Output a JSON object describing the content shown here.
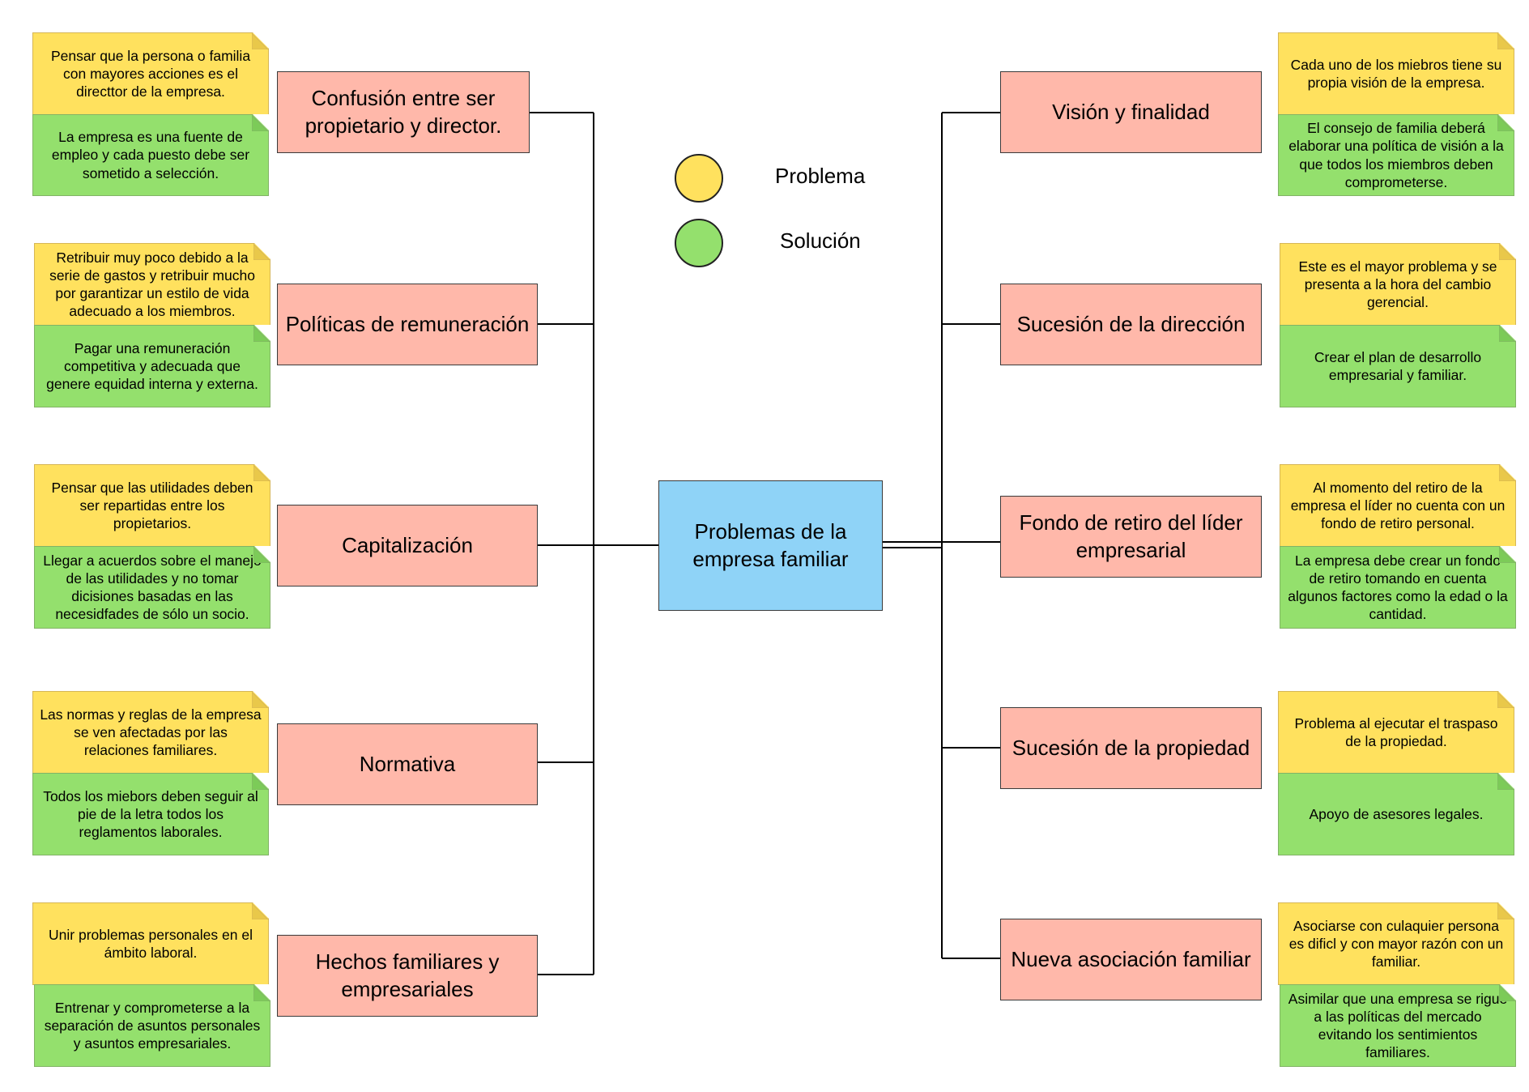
{
  "center": {
    "label": "Problemas de la empresa familiar",
    "color": "#8fd3f7"
  },
  "legend": [
    {
      "label": "Problema",
      "color": "#ffe15e"
    },
    {
      "label": "Solución",
      "color": "#94e06d"
    }
  ],
  "colors": {
    "problem_box": "#ffb8aa",
    "problem_note": "#ffe15e",
    "solution_note": "#94e06d"
  },
  "left": [
    {
      "title": "Confusión entre ser propietario y director.",
      "problem": "Pensar que la persona o familia con mayores acciones es el directtor de la empresa.",
      "solution": "La empresa es una fuente de empleo y cada puesto debe ser sometido a selección."
    },
    {
      "title": "Políticas de remuneración",
      "problem": "Retribuir muy poco debido a la serie de gastos y retribuir mucho por garantizar un estilo de vida adecuado a los miembros.",
      "solution": "Pagar una remuneración competitiva y adecuada que genere equidad interna y externa."
    },
    {
      "title": "Capitalización",
      "problem": "Pensar que las utilidades deben ser repartidas entre los propietarios.",
      "solution": "Llegar a acuerdos sobre el manejo de las utilidades y no tomar dicisiones basadas en las necesidfades de sólo un socio."
    },
    {
      "title": "Normativa",
      "problem": "Las normas y reglas de la empresa se ven afectadas por las relaciones familiares.",
      "solution": "Todos los miebors deben seguir al pie de la letra todos los reglamentos laborales."
    },
    {
      "title": "Hechos familiares y empresariales",
      "problem": "Unir problemas personales en el ámbito laboral.",
      "solution": "Entrenar y comprometerse a la separación de asuntos personales y asuntos empresariales."
    }
  ],
  "right": [
    {
      "title": "Visión y finalidad",
      "problem": "Cada uno de los miebros tiene su propia visión de la empresa.",
      "solution": "El consejo de familia deberá elaborar una política de visión a la que todos los miembros deben comprometerse."
    },
    {
      "title": "Sucesión de la dirección",
      "problem": "Este es el mayor problema y se presenta a la hora del cambio gerencial.",
      "solution": "Crear el plan de desarrollo empresarial y familiar."
    },
    {
      "title": "Fondo de retiro del líder empresarial",
      "problem": "Al momento del retiro de la empresa el líder no cuenta con un fondo de retiro personal.",
      "solution": "La empresa debe crear un fondo de retiro tomando en cuenta algunos factores como la edad o la cantidad."
    },
    {
      "title": "Sucesión de la propiedad",
      "problem": "Problema al ejecutar el traspaso de la propiedad.",
      "solution": "Apoyo de asesores legales."
    },
    {
      "title": "Nueva asociación familiar",
      "problem": "Asociarse con culaquier persona es dificl y con mayor razón con un familiar.",
      "solution": "Asimilar que una empresa se rigue a las políticas del mercado evitando los sentimientos familiares."
    }
  ]
}
